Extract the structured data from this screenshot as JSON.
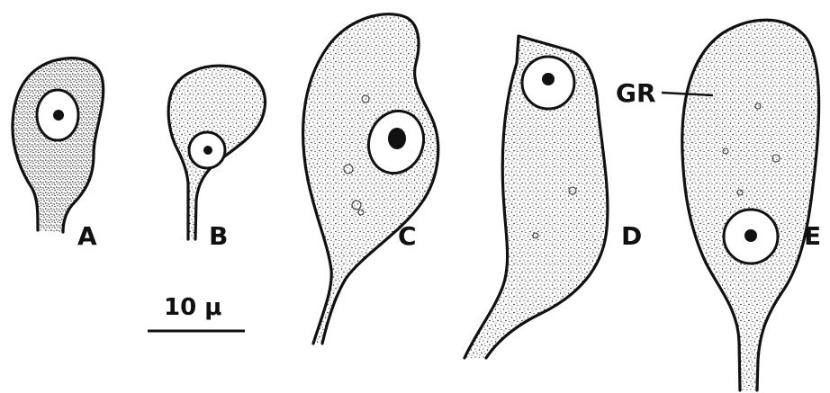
{
  "figure": {
    "panels": [
      {
        "id": "A",
        "label": "A"
      },
      {
        "id": "B",
        "label": "B"
      },
      {
        "id": "C",
        "label": "C"
      },
      {
        "id": "D",
        "label": "D"
      },
      {
        "id": "E",
        "label": "E"
      }
    ],
    "annotation": {
      "label": "GR"
    },
    "scale_bar": {
      "label": "10 μ"
    },
    "colors": {
      "ink": "#111111",
      "background": "#ffffff"
    }
  }
}
